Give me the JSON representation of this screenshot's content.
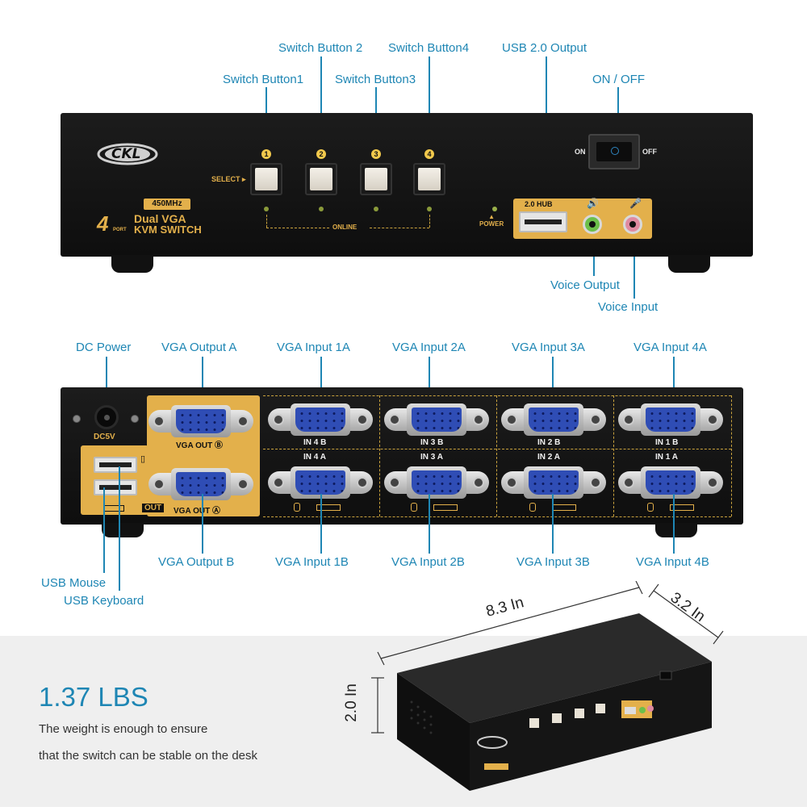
{
  "front": {
    "brand": "CKL",
    "freq_badge": "450MHz",
    "model_line1": "Dual VGA",
    "model_line2": "KVM SWITCH",
    "port_count": "4",
    "port_word": "PORT",
    "select_label": "SELECT",
    "button_numbers": [
      "1",
      "2",
      "3",
      "4"
    ],
    "online_label": "ONLINE",
    "power_label": "POWER",
    "hub_label": "2.0 HUB",
    "on_label": "ON",
    "off_label": "OFF"
  },
  "front_callouts": {
    "switch_button1": "Switch Button1",
    "switch_button2": "Switch Button 2",
    "switch_button3": "Switch Button3",
    "switch_button4": "Switch Button4",
    "usb_output": "USB 2.0 Output",
    "on_off": "ON / OFF",
    "voice_output": "Voice Output",
    "voice_input": "Voice Input"
  },
  "back": {
    "dc_label": "DC5V",
    "vga_out_b": "VGA OUT",
    "vga_out_a": "VGA OUT",
    "out_tag": "OUT",
    "in_top": [
      "IN 4 B",
      "IN 3 B",
      "IN 2 B",
      "IN 1 B"
    ],
    "in_bottom": [
      "IN 4 A",
      "IN 3 A",
      "IN 2 A",
      "IN 1 A"
    ]
  },
  "back_callouts": {
    "dc_power": "DC Power",
    "vga_output_a": "VGA Output A",
    "vga_input_1a": "VGA Input 1A",
    "vga_input_2a": "VGA Input 2A",
    "vga_input_3a": "VGA Input 3A",
    "vga_input_4a": "VGA Input 4A",
    "vga_output_b": "VGA Output B",
    "vga_input_1b": "VGA Input 1B",
    "vga_input_2b": "VGA Input 2B",
    "vga_input_3b": "VGA Input 3B",
    "vga_input_4b": "VGA Input 4B",
    "usb_mouse": "USB Mouse",
    "usb_keyboard": "USB Keyboard"
  },
  "specs": {
    "weight": "1.37 LBS",
    "desc_line1": "The weight is enough to ensure",
    "desc_line2": "that the switch can be stable on the desk",
    "length": "8.3 In",
    "depth": "3.2 In",
    "height": "2.0 In"
  },
  "colors": {
    "callout": "#1e86b4",
    "device_body": "#141414",
    "gold_panel": "#e3b04b",
    "vga_blue": "#2f4db5",
    "bottom_band": "#efefef"
  }
}
